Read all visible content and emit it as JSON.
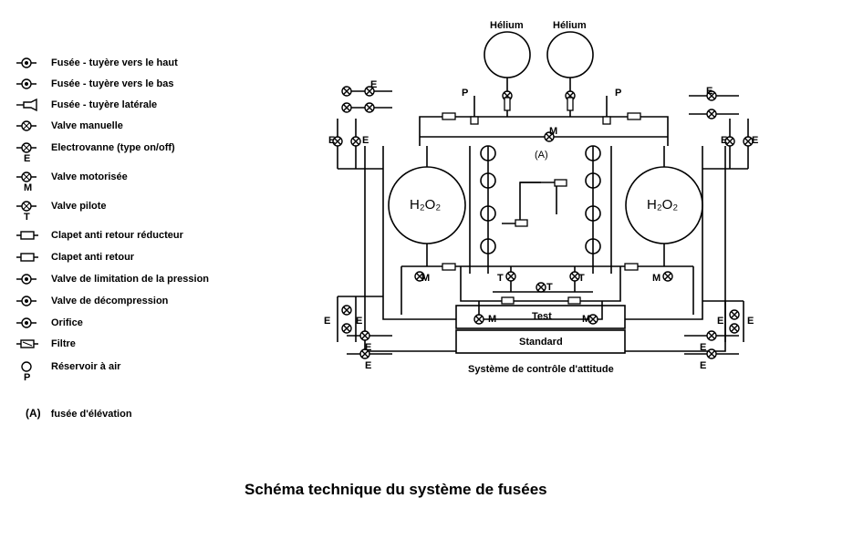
{
  "legend": [
    {
      "symbol": "fusee-haut-icon",
      "label": "Fusée - tuyère vers le haut",
      "letter": ""
    },
    {
      "symbol": "fusee-bas-icon",
      "label": "Fusée - tuyère vers le bas",
      "letter": ""
    },
    {
      "symbol": "fusee-laterale-icon",
      "label": "Fusée - tuyère latérale",
      "letter": ""
    },
    {
      "symbol": "valve-manuelle-icon",
      "label": "Valve manuelle",
      "letter": ""
    },
    {
      "symbol": "electrovanne-icon",
      "label": "Electrovanne (type on/off)",
      "letter": "E"
    },
    {
      "symbol": "valve-motorisee-icon",
      "label": "Valve motorisée",
      "letter": "M"
    },
    {
      "symbol": "valve-pilote-icon",
      "label": "Valve pilote",
      "letter": "T"
    },
    {
      "symbol": "clapet-reducteur-icon",
      "label": "Clapet anti retour réducteur",
      "letter": ""
    },
    {
      "symbol": "clapet-icon",
      "label": "Clapet anti retour",
      "letter": ""
    },
    {
      "symbol": "limitation-pression-icon",
      "label": "Valve de limitation de la pression",
      "letter": ""
    },
    {
      "symbol": "decompression-icon",
      "label": "Valve de décompression",
      "letter": ""
    },
    {
      "symbol": "orifice-icon",
      "label": "Orifice",
      "letter": ""
    },
    {
      "symbol": "filtre-icon",
      "label": "Filtre",
      "letter": ""
    },
    {
      "symbol": "reservoir-air-icon",
      "label": "Réservoir à air",
      "letter": "P"
    }
  ],
  "diagram": {
    "helium_left": "Hélium",
    "helium_right": "Hélium",
    "tank_left": "H₂O₂",
    "tank_right": "H₂O₂",
    "elevation_tag": "(A)",
    "test_label": "Test",
    "standard_label": "Standard",
    "system_label": "Système de contrôle d'attitude",
    "letter_E": "E",
    "letter_M": "M",
    "letter_T": "T",
    "letter_P": "P"
  },
  "note": {
    "tag": "(A)",
    "text": "fusée d'élévation"
  },
  "caption": "Schéma technique du système de fusées"
}
